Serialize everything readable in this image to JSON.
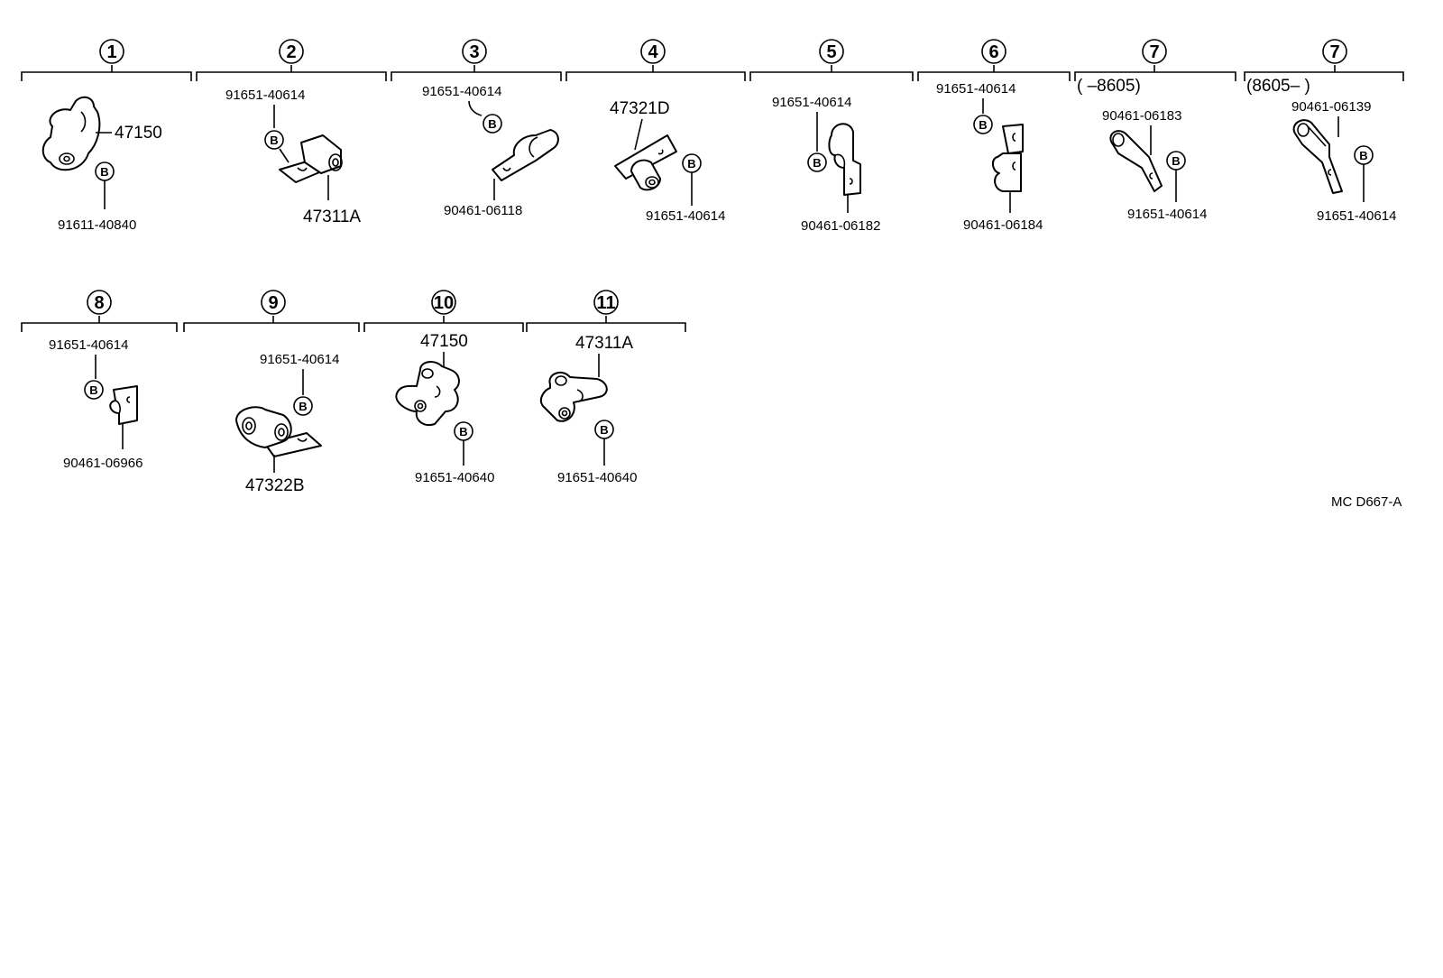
{
  "diagram": {
    "sheet_code": "MC  D667-A",
    "bolt_label": "B",
    "groups": [
      {
        "index": "1",
        "parts": [
          "47150",
          "91611-40840"
        ]
      },
      {
        "index": "2",
        "parts": [
          "91651-40614",
          "47311A"
        ]
      },
      {
        "index": "3",
        "parts": [
          "91651-40614",
          "90461-06118"
        ]
      },
      {
        "index": "4",
        "parts": [
          "47321D",
          "91651-40614"
        ]
      },
      {
        "index": "5",
        "parts": [
          "91651-40614",
          "90461-06182"
        ]
      },
      {
        "index": "6",
        "parts": [
          "91651-40614",
          "90461-06184"
        ]
      },
      {
        "index": "7",
        "range": "(      –8605)",
        "parts": [
          "90461-06183",
          "91651-40614"
        ]
      },
      {
        "index": "7",
        "range": "(8605–          )",
        "parts": [
          "90461-06139",
          "91651-40614"
        ]
      },
      {
        "index": "8",
        "parts": [
          "91651-40614",
          "90461-06966"
        ]
      },
      {
        "index": "9",
        "parts": [
          "91651-40614",
          "47322B"
        ]
      },
      {
        "index": "10",
        "parts": [
          "47150",
          "91651-40640"
        ]
      },
      {
        "index": "11",
        "parts": [
          "47311A",
          "91651-40640"
        ]
      }
    ]
  }
}
